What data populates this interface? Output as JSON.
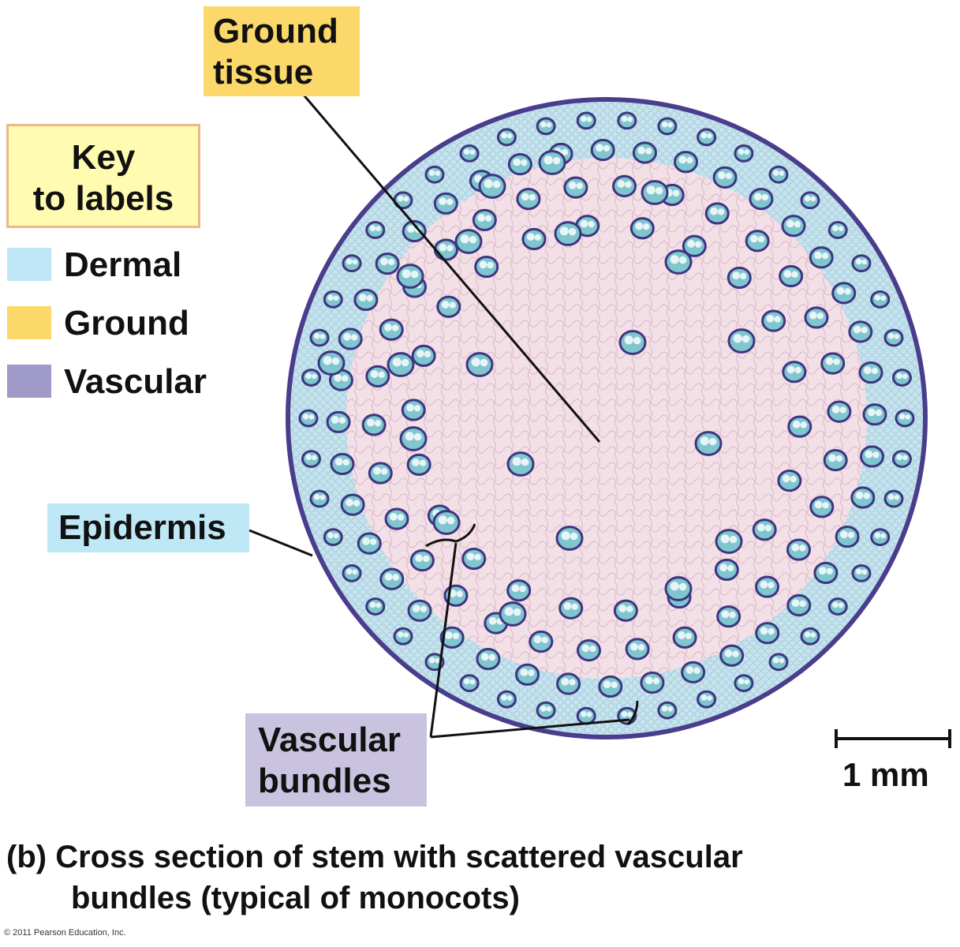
{
  "labels": {
    "ground_tissue": [
      "Ground",
      "tissue"
    ],
    "epidermis": "Epidermis",
    "vascular_bundles": [
      "Vascular",
      "bundles"
    ]
  },
  "key": {
    "title": [
      "Key",
      "to labels"
    ],
    "items": [
      {
        "label": "Dermal",
        "color": "#bfe6f6"
      },
      {
        "label": "Ground",
        "color": "#fcd86a"
      },
      {
        "label": "Vascular",
        "color": "#a09ac8"
      }
    ]
  },
  "scale_bar": {
    "label": "1 mm"
  },
  "caption": {
    "prefix": "(b)",
    "line1": "Cross section of stem with scattered vascular",
    "line2": "bundles (typical of monocots)"
  },
  "copyright": "© 2011 Pearson Education, Inc.",
  "colors": {
    "stem_fill": "#f3dfe6",
    "stem_edge": "#4a3d8c",
    "cortex": "#c7e3ee",
    "bundle": "#7fc6cf"
  }
}
